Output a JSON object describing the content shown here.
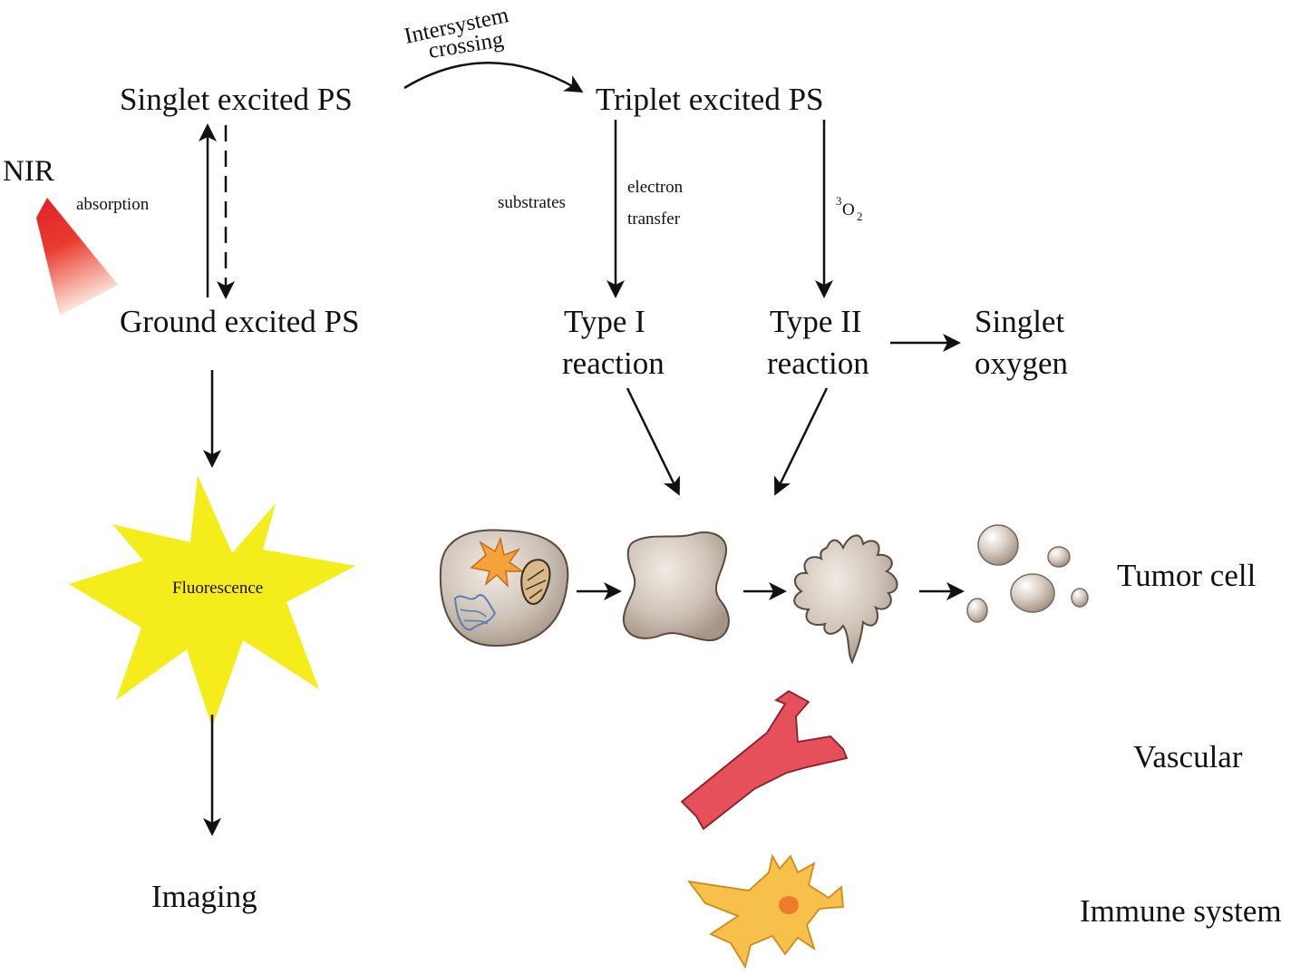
{
  "labels": {
    "singlet_ps": "Singlet excited PS",
    "triplet_ps": "Triplet excited PS",
    "ground_ps": "Ground excited PS",
    "isc_line1": "Intersystem",
    "isc_line2": "crossing",
    "nir": "NIR",
    "absorption": "absorption",
    "substrates": "substrates",
    "electron_line1": "electron",
    "electron_line2": "transfer",
    "o2_sup": "3",
    "o2_main": "O",
    "o2_sub": "2",
    "type1_line1": "Type I",
    "type1_line2": "reaction",
    "type2_line1": "Type II",
    "type2_line2": "reaction",
    "singlet_oxygen_line1": "Singlet",
    "singlet_oxygen_line2": "oxygen",
    "fluorescence": "Fluorescence",
    "imaging": "Imaging",
    "tumor_cell": "Tumor cell",
    "vascular": "Vascular",
    "immune_system": "Immune system"
  },
  "colors": {
    "nir_beam_top": "#e0202a",
    "nir_beam_bottom": "#fbe3d6",
    "fluorescence_star": "#f5ec1c",
    "cell_fill": "#c9bcb0",
    "vessel": "#e5505a",
    "immune_cell": "#f6c04a",
    "immune_nucleus": "#ee7a30"
  }
}
